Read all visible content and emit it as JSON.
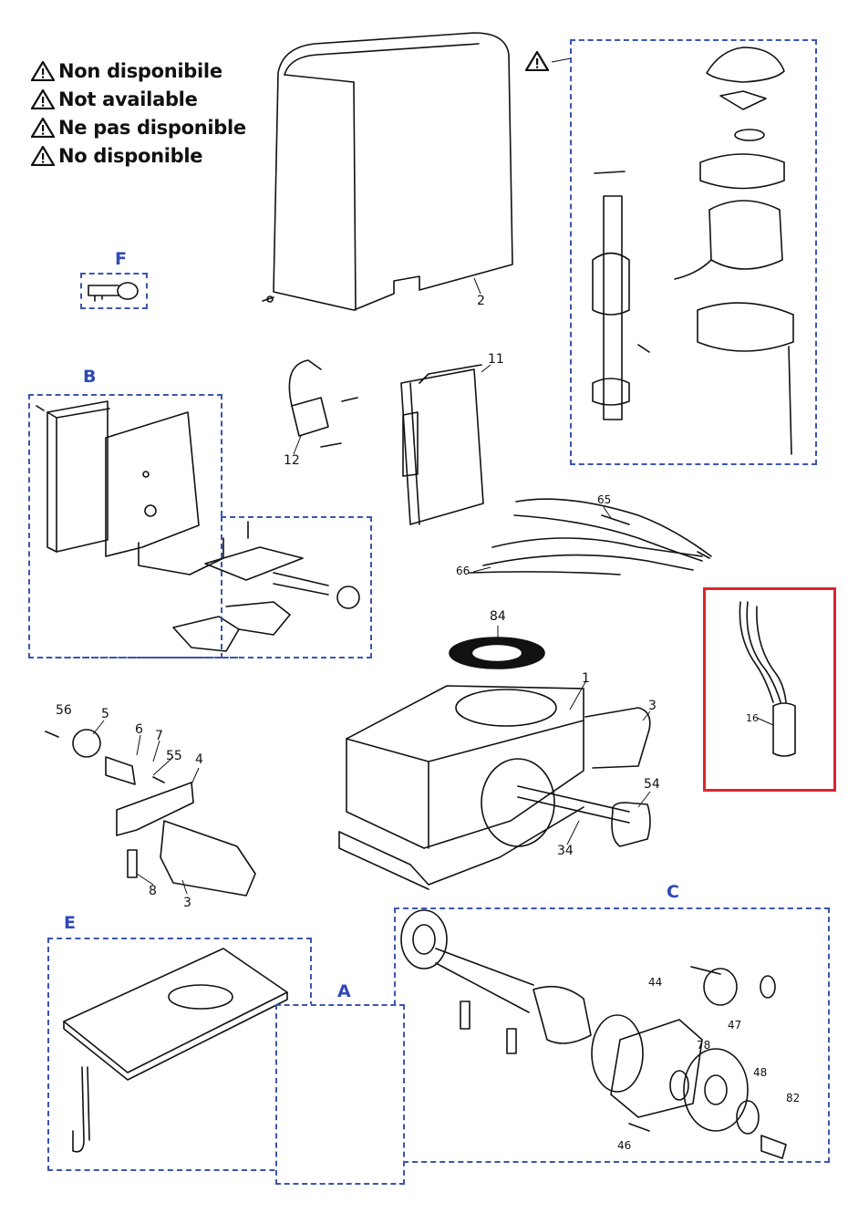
{
  "warnings": [
    "Non disponibile",
    "Not available",
    "Ne pas disponible",
    "No disponible"
  ],
  "groups": {
    "a": "A",
    "b": "B",
    "c": "C",
    "e": "E",
    "f": "F"
  },
  "parts": {
    "p1": "1",
    "p2": "2",
    "p3a": "3",
    "p3b": "3",
    "p4": "4",
    "p5": "5",
    "p6": "6",
    "p7": "7",
    "p8": "8",
    "p11": "11",
    "p12": "12",
    "p16": "16",
    "p34": "34",
    "p44": "44",
    "p46": "46",
    "p47": "47",
    "p48": "48",
    "p54": "54",
    "p55": "55",
    "p56": "56",
    "p65": "65",
    "p66": "66",
    "p78": "78",
    "p82": "82",
    "p84": "84"
  },
  "colors": {
    "group_border": "#3b55b0",
    "group_label": "#2f49b5",
    "highlight": "#d9262c"
  }
}
